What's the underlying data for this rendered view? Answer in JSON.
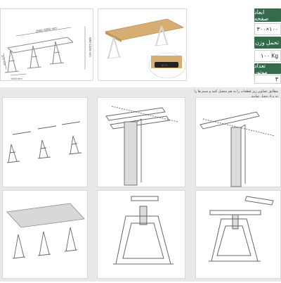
{
  "specs": [
    {
      "label": "ابعاد صفحه",
      "value": "۳۰۰×۱۰۰"
    },
    {
      "label": "تحمل وزن",
      "value": "۱۰۰ Kg"
    },
    {
      "label": "تعداد موتور",
      "value": "۳"
    }
  ],
  "dims": {
    "length": "2800-3000 mm",
    "height": "680-1320 mm",
    "width1": "675 mm",
    "width2": "1400 mm"
  },
  "controller": {
    "display": "62.5"
  },
  "assembly_note": "مطابق تصاویر زیر قطعات را به هم متصل کنید و سیم ها را به برق وصل نمایید.",
  "colors": {
    "accent": "#356b4d",
    "wood": "#d6ad72",
    "frame": "#f2f2f2"
  }
}
